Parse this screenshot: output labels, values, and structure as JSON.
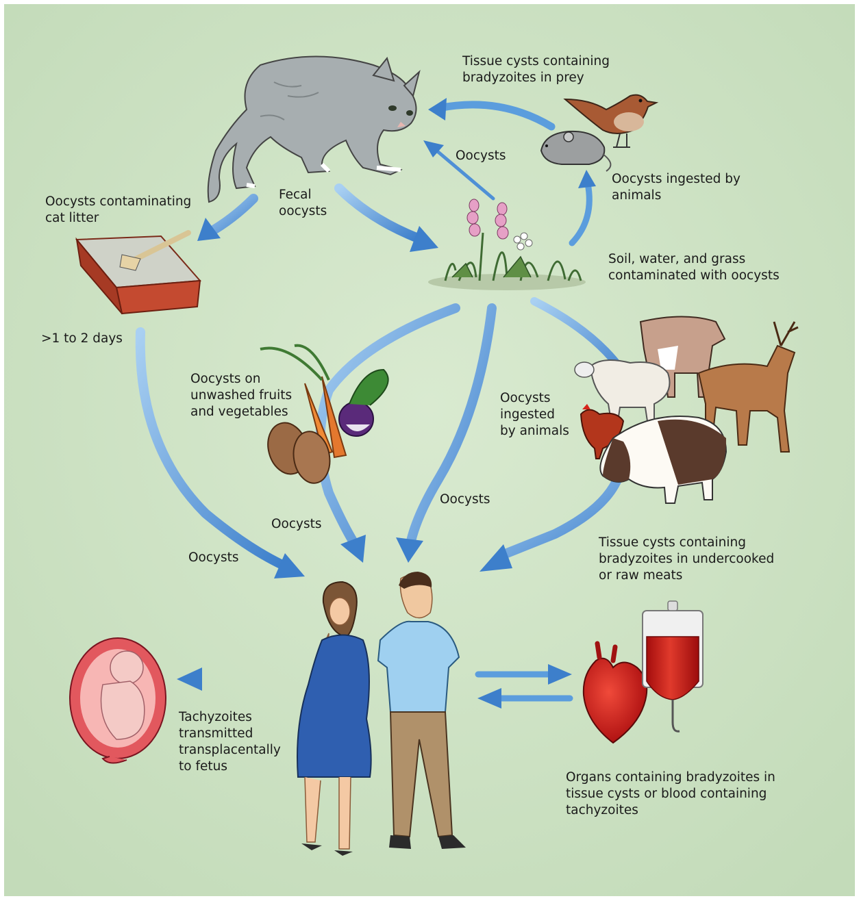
{
  "labels": {
    "prey_cysts": "Tissue cysts containing\nbradyzoites in prey",
    "oocysts_to_cat": "Oocysts",
    "oocysts_ingested_small": "Oocysts ingested by\nanimals",
    "cat_litter": "Oocysts contaminating\ncat litter",
    "fecal_oocysts": "Fecal\noocysts",
    "soil_water_grass": "Soil, water, and grass\ncontaminated with oocysts",
    "days": ">1 to 2 days",
    "produce": "Oocysts on\nunwashed fruits\nand vegetables",
    "ingested_livestock": "Oocysts\ningested\nby animals",
    "oocysts_center": "Oocysts",
    "oocysts_produce": "Oocysts",
    "oocysts_litter": "Oocysts",
    "meat_cysts": "Tissue cysts containing\nbradyzoites in undercooked\nor raw meats",
    "transplacental": "Tachyzoites\ntransmitted\ntransplacentally\nto fetus",
    "organs_blood": "Organs containing bradyzoites in\ntissue cysts or blood containing\ntachyzoites"
  },
  "illustrations": [
    "cat",
    "bird",
    "mouse",
    "plants",
    "litter-box",
    "vegetables",
    "cow",
    "sheep",
    "deer",
    "rooster",
    "pig",
    "pregnant-woman",
    "man",
    "fetus-in-uterus",
    "heart",
    "blood-bag"
  ],
  "colors": {
    "background": "#cfe3c6",
    "arrow": "#4f90d6",
    "arrow_dark": "#2f6eb8"
  }
}
